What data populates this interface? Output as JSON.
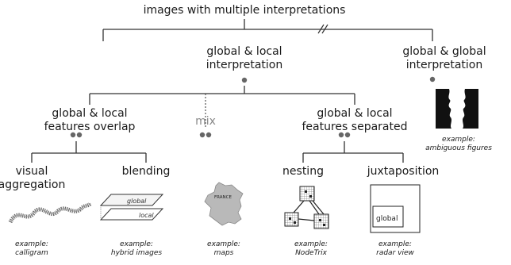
{
  "root": "images with multiple interpretations",
  "global_local": {
    "line1": "global & local",
    "line2": "interpretation"
  },
  "global_global": {
    "line1": "global & global",
    "line2": "interpretation"
  },
  "overlap": {
    "line1": "global & local",
    "line2": "features overlap"
  },
  "mix": "mix",
  "separated": {
    "line1": "global & local",
    "line2": "features separated"
  },
  "leaves": {
    "visual_aggregation": {
      "line1": "visual",
      "line2": "aggregation"
    },
    "blending": "blending",
    "nesting": "nesting",
    "juxtaposition": "juxtaposition"
  },
  "examples": {
    "calligram": {
      "line1": "example:",
      "line2": "calligram"
    },
    "hybrid": {
      "line1": "example:",
      "line2": "hybrid images"
    },
    "maps": {
      "line1": "example:",
      "line2": "maps"
    },
    "nodetrix": {
      "line1": "example:",
      "line2": "NodeTrix"
    },
    "radar": {
      "line1": "example:",
      "line2": "radar view"
    },
    "ambiguous": {
      "line1": "example:",
      "line2": "ambiguous figures"
    }
  },
  "illustrations": {
    "hybrid_top": "global",
    "hybrid_bottom": "local",
    "map_label": "FRANCE",
    "radar_inner": "global"
  },
  "colors": {
    "line": "#333333",
    "dot": "#666666",
    "mix": "#888888"
  }
}
